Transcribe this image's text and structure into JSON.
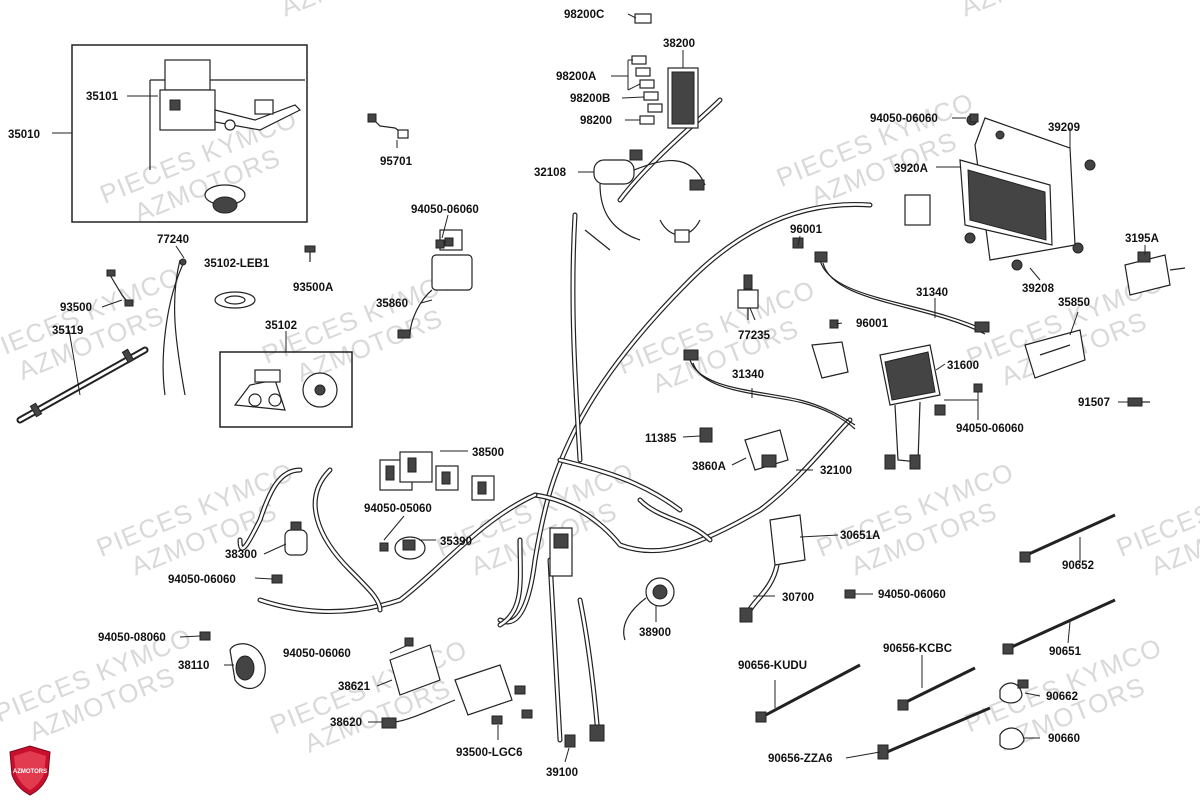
{
  "watermark": {
    "line1": "PIECES KYMCO",
    "line2": "AZMOTORS"
  },
  "logo": {
    "text": "AZMOTORS",
    "color": "#c8102e"
  },
  "parts": {
    "p35010": "35010",
    "p35101": "35101",
    "p77240": "77240",
    "p35102_leb1": "35102-LEB1",
    "p93500": "93500",
    "p93500a": "93500A",
    "p35119": "35119",
    "p35102": "35102",
    "p95701": "95701",
    "p94050_06060_a": "94050-06060",
    "p35860": "35860",
    "p98200c": "98200C",
    "p38200": "38200",
    "p98200a": "98200A",
    "p98200b": "98200B",
    "p98200": "98200",
    "p32108": "32108",
    "p94050_06060_b": "94050-06060",
    "p39209": "39209",
    "p3920a": "3920A",
    "p39208": "39208",
    "p3195a": "3195A",
    "p35850": "35850",
    "p91507": "91507",
    "p96001_a": "96001",
    "p96001_b": "96001",
    "p31340_a": "31340",
    "p77235": "77235",
    "p31600": "31600",
    "p94050_06060_c": "94050-06060",
    "p31340_b": "31340",
    "p11385": "11385",
    "p3860a": "3860A",
    "p32100": "32100",
    "p38500": "38500",
    "p94050_05060": "94050-05060",
    "p35390": "35390",
    "p38300": "38300",
    "p94050_06060_d": "94050-06060",
    "p30651a": "30651A",
    "p30700": "30700",
    "p94050_06060_e": "94050-06060",
    "p90652": "90652",
    "p38900": "38900",
    "p94050_08060": "94050-08060",
    "p38110": "38110",
    "p94050_06060_f": "94050-06060",
    "p38621": "38621",
    "p38620": "38620",
    "p93500_lgc6": "93500-LGC6",
    "p39100": "39100",
    "p90656_kudu": "90656-KUDU",
    "p90656_kcbc": "90656-KCBC",
    "p90651": "90651",
    "p90662": "90662",
    "p90660": "90660",
    "p90656_zza6": "90656-ZZA6"
  }
}
